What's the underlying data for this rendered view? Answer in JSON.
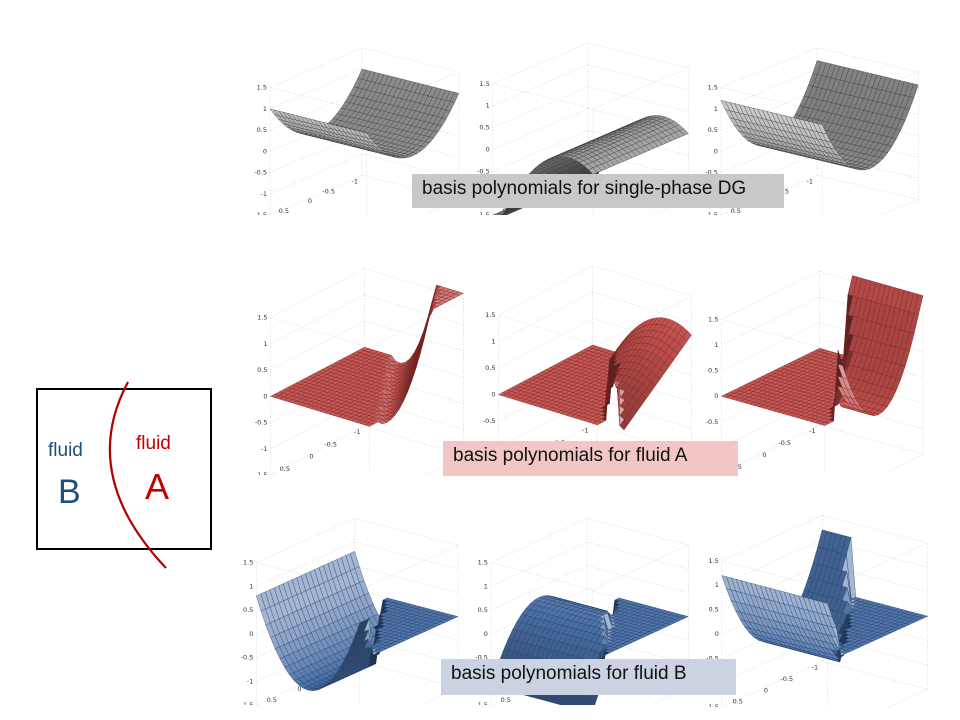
{
  "captions": {
    "single": "basis polynomials for single-phase DG",
    "fluid_a": "basis polynomials for fluid A",
    "fluid_b": "basis polynomials for fluid B"
  },
  "domain": {
    "fluid_b_word": "fluid",
    "fluid_b_letter": "B",
    "fluid_a_word": "fluid",
    "fluid_a_letter": "A"
  },
  "axis_ticks": {
    "z": [
      "1.5",
      "1",
      "0.5",
      "0",
      "-0.5",
      "-1",
      "-1.5"
    ],
    "y": [
      "1",
      "0.5",
      "0",
      "-0.5",
      "-1"
    ],
    "x": [
      "-1",
      "-0.5",
      "0",
      "0.5",
      "1"
    ]
  },
  "colors": {
    "gray": "#8a8a8a",
    "red": "#c0504d",
    "blue": "#4a6fa5",
    "fluid_b_text": "#1f4e79",
    "fluid_a_text": "#c00000",
    "interface": "#b00000"
  }
}
